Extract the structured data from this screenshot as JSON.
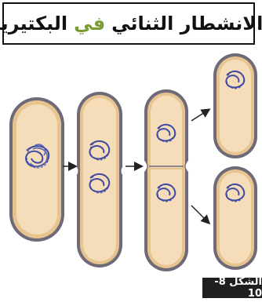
{
  "title": {
    "part1": "الانشطار الثنائي",
    "part2": "في",
    "part3": "البكتيريا"
  },
  "colors": {
    "cell_fill": "#f4ddb8",
    "membrane": "#e7c48f",
    "wall": "#6e6a78",
    "dna": "#3f4aa3",
    "highlight": "#7b9c2e",
    "caption_bg": "#1f1f1f"
  },
  "figure": {
    "stages": [
      "cell-single",
      "cell-dna-replicated",
      "cell-septum-forming",
      "daughter-cell-top",
      "daughter-cell-bottom"
    ],
    "caption": "الشكل 8-10"
  }
}
